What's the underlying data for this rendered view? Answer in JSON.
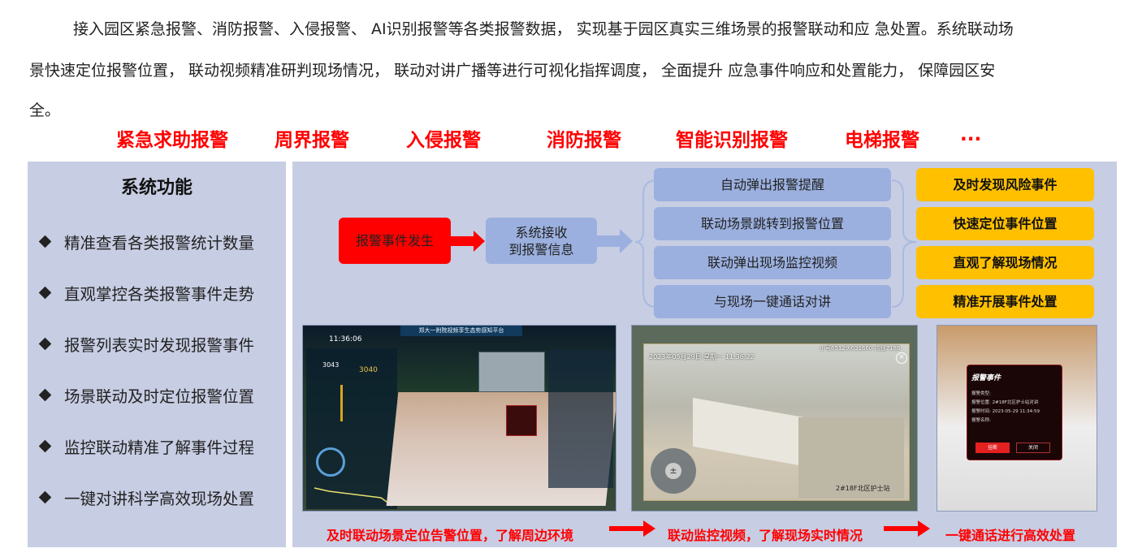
{
  "intro": {
    "lines": [
      "接入园区紧急报警、消防报警、入侵报警、 AI识别报警等各类报警数据， 实现基于园区真实三维场景的报警联动和应 急处置。系统联动场",
      "景快速定位报警位置， 联动视频精准研判现场情况， 联动对讲广播等进行可视化指挥调度， 全面提升  应急事件响应和处置能力， 保障园区安",
      "全。"
    ]
  },
  "alarm_types": [
    "紧急求助报警",
    "周界报警",
    "入侵报警",
    "消防报警",
    "智能识别报警",
    "电梯报警",
    "..."
  ],
  "functions": {
    "title": "系统功能",
    "items": [
      "精准查看各类报警统计数量",
      "直观掌控各类报警事件走势",
      "报警列表实时发现报警事件",
      "场景联动及时定位报警位置",
      "监控联动精准了解事件过程",
      "一键对讲科学高效现场处置"
    ]
  },
  "flow": {
    "event": "报警事件发生",
    "receive": "系统接收\n到报警信息",
    "actions": [
      "自动弹出报警提醒",
      "联动场景跳转到报警位置",
      "联动弹出现场监控视频",
      "与现场一键通话对讲"
    ],
    "results": [
      "及时发现风险事件",
      "快速定位事件位置",
      "直观了解现场情况",
      "精准开展事件处置"
    ]
  },
  "screens": {
    "platform": {
      "title": "郑大一附院视频孪生态势感知平台",
      "time": "11:36:06",
      "count": "3043",
      "count2": "3040"
    },
    "video": {
      "datetime": "2023年05月29日 星期一 11:36:22",
      "phone": "小号65129\\631660  内线7186",
      "location": "2#18F北区护士站"
    },
    "popup": {
      "title": "报警事件",
      "fields": [
        "报警类型:",
        "报警位置: 2#18F北区护士站对讲",
        "报警时间: 2023-05-29 11:34:59",
        "报警名称:"
      ],
      "btn_hangup": "挂断",
      "btn_close": "关闭"
    }
  },
  "captions": [
    "及时联动场景定位告警位置，了解周边环境",
    "联动监控视频，了解现场实时情况",
    "一键通话进行高效处置"
  ],
  "colors": {
    "alarm_red": "#ff0000",
    "panel": "#c7cde3",
    "action_blue": "#9bb0df",
    "result_yellow": "#ffc000"
  }
}
